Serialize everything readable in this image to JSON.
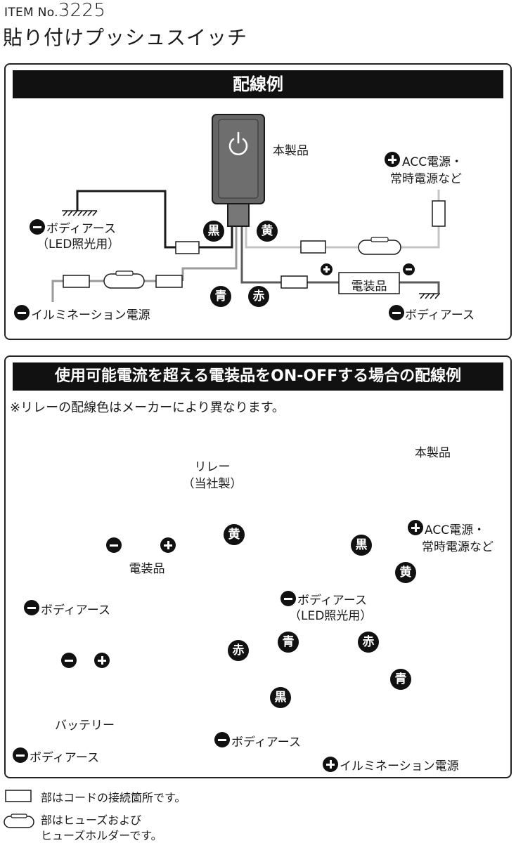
{
  "header": {
    "item_prefix": "ITEM No.",
    "item_number": "3225",
    "title": "貼り付けプッシュスイッチ"
  },
  "diagram1": {
    "title": "配線例",
    "product_label": "本製品",
    "acc_label_line1": "ACC電源・",
    "acc_label_line2": "常時電源など",
    "body_earth_led_line1": "ボディアース",
    "body_earth_led_line2": "（LED照光用）",
    "illumination_label": "イルミネーション電源",
    "device_label": "電装品",
    "body_earth_right": "ボディアース",
    "wire_black": "黒",
    "wire_yellow": "黄",
    "wire_blue": "青",
    "wire_red": "赤"
  },
  "diagram2": {
    "title": "使用可能電流を超える電装品をON-OFFする場合の配線例",
    "note": "※リレーの配線色はメーカーにより異なります。",
    "relay_label_line1": "リレー",
    "relay_label_line2": "（当社製）",
    "product_label": "本製品",
    "device_label": "電装品",
    "body_earth_device": "ボディアース",
    "acc_label_line1": "ACC電源・",
    "acc_label_line2": "常時電源など",
    "body_earth_led_line1": "ボディアース",
    "body_earth_led_line2": "（LED照光用）",
    "battery_label": "バッテリー",
    "body_earth_battery": "ボディアース",
    "body_earth_relay": "ボディアース",
    "illumination_label": "イルミネーション電源",
    "wire_yellow_relay": "黄",
    "wire_red_relay": "赤",
    "wire_black_relay": "黒",
    "wire_black": "黒",
    "wire_yellow": "黄",
    "wire_blue_left": "青",
    "wire_red": "赤",
    "wire_blue_bottom": "青"
  },
  "legend": {
    "connector_text": "部はコードの接続箇所です。",
    "fuse_text_line1": "部はヒューズおよび",
    "fuse_text_line2": "ヒューズホルダーです。"
  },
  "colors": {
    "black_wire": "#1a1a1a",
    "gray_wire": "#9a9a9a",
    "dark_gray_wire": "#5a5a5a",
    "light_gray_wire": "#c4c4c4",
    "switch_body": "#666666"
  }
}
